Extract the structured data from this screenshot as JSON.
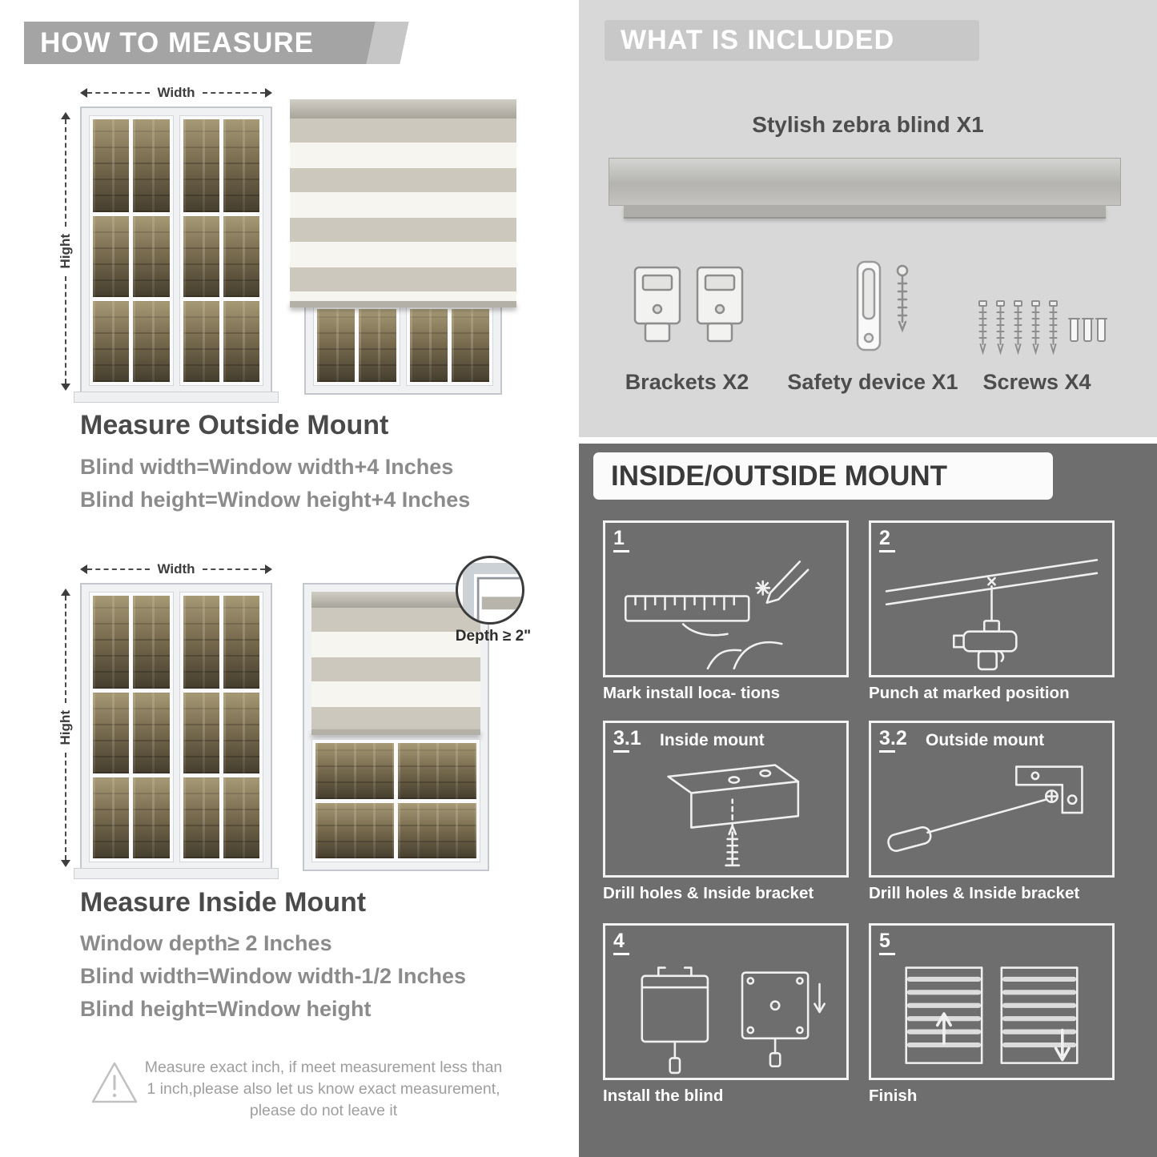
{
  "left": {
    "header": "HOW TO MEASURE",
    "outside": {
      "width_label": "Width",
      "height_label": "Hight",
      "title": "Measure Outside Mount",
      "lines": [
        "Blind width=Window width+4 Inches",
        "Blind height=Window height+4 Inches"
      ]
    },
    "inside": {
      "width_label": "Width",
      "height_label": "Hight",
      "depth_label": "Depth ≥ 2\"",
      "title": "Measure Inside Mount",
      "lines": [
        "Window depth≥ 2 Inches",
        "Blind width=Window width-1/2 Inches",
        "Blind height=Window height"
      ]
    },
    "warning_text": "Measure exact inch, if meet measurement less than 1 inch,please also let us know exact measurement, please do not leave it"
  },
  "included": {
    "header": "WHAT IS INCLUDED",
    "product_label": "Stylish zebra blind X1",
    "items": [
      {
        "label": "Brackets X2",
        "icon": "brackets-icon"
      },
      {
        "label": "Safety device X1",
        "icon": "safety-device-icon"
      },
      {
        "label": "Screws X4",
        "icon": "screws-icon"
      }
    ]
  },
  "mount_guide": {
    "header": "INSIDE/OUTSIDE MOUNT",
    "steps": [
      {
        "num": "1",
        "title": "",
        "caption": "Mark install loca- tions"
      },
      {
        "num": "2",
        "title": "",
        "caption": "Punch at  marked position"
      },
      {
        "num": "3.1",
        "title": "Inside mount",
        "caption": "Drill holes &  Inside bracket"
      },
      {
        "num": "3.2",
        "title": "Outside mount",
        "caption": "Drill holes &  Inside bracket"
      },
      {
        "num": "4",
        "title": "",
        "caption": "Install the blind"
      },
      {
        "num": "5",
        "title": "",
        "caption": "Finish"
      }
    ]
  },
  "icons": {
    "warning": "warning-triangle-icon",
    "brackets": "brackets-icon",
    "safety_device": "safety-device-icon",
    "screws": "screws-icon"
  },
  "colors": {
    "header_gray": "#a4a4a4",
    "light_panel": "#d8d8d8",
    "dark_panel": "#6e6e6e",
    "stripe_gray": "#ccc8bd",
    "stripe_white": "#f7f5ef",
    "heading_text": "#4a4a4a",
    "body_text": "#8b8b8b"
  }
}
